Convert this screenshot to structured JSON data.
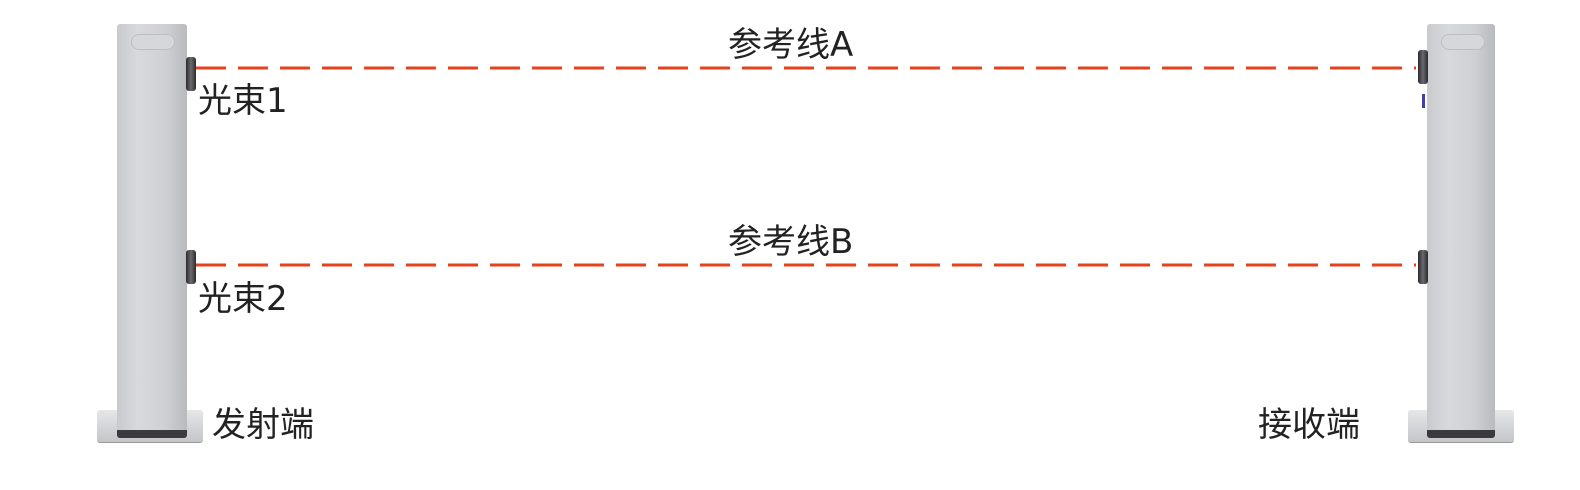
{
  "lines": [
    {
      "label": "参考线A",
      "beam": "光束1"
    },
    {
      "label": "参考线B",
      "beam": "光束2"
    }
  ],
  "emitter_label": "发射端",
  "receiver_label": "接收端",
  "colors": {
    "beam": "#e5431e",
    "post": "#cfd0d3",
    "text": "#222222"
  }
}
